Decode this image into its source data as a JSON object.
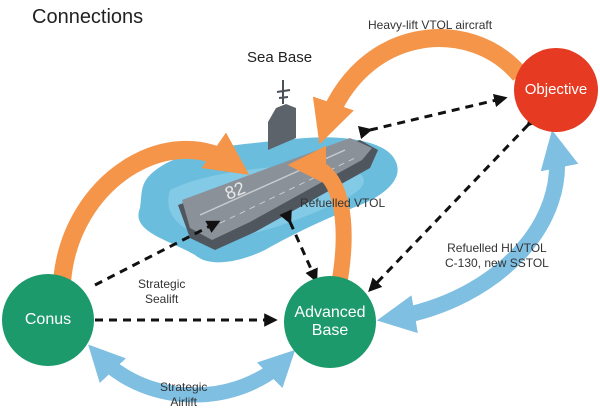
{
  "title": "Connections",
  "sea_base_label": "Sea Base",
  "nodes": {
    "objective": {
      "label": "Objective",
      "color": "#e63a22"
    },
    "conus": {
      "label": "Conus",
      "color": "#1c9a6c"
    },
    "advanced_base": {
      "label_line1": "Advanced",
      "label_line2": "Base",
      "color": "#1c9a6c"
    }
  },
  "links": {
    "heavy_lift": "Heavy-lift VTOL aircraft",
    "refuelled_vtol": "Refuelled VTOL",
    "refuelled_hlvtol_line1": "Refuelled HLVTOL",
    "refuelled_hlvtol_line2": "C-130, new SSTOL",
    "strategic_sealift_line1": "Strategic",
    "strategic_sealift_line2": "Sealift",
    "strategic_airlift_line1": "Strategic",
    "strategic_airlift_line2": "Airlift"
  },
  "colors": {
    "orange_arrow": "#f4954a",
    "blue_arrow": "#7fbfe2",
    "dashed_arrow": "#111111",
    "sea": "#5ab6d9",
    "ship": "#6f7780"
  }
}
